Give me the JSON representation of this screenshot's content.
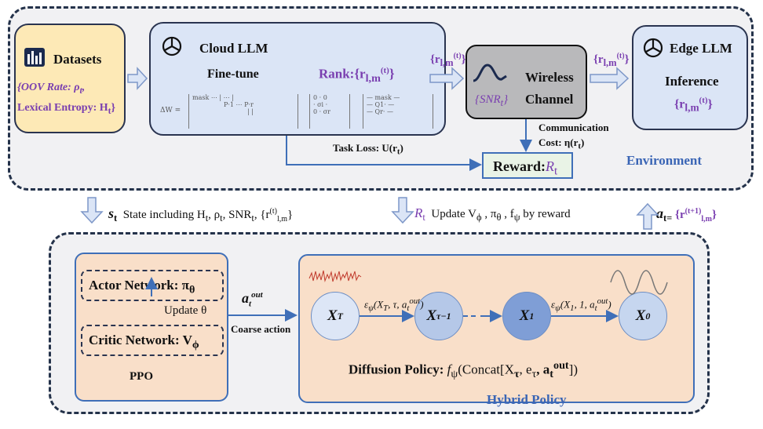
{
  "colors": {
    "accent_purple": "#7a3fb0",
    "accent_blue": "#3a65b5",
    "frame": "#24324a"
  },
  "environment": {
    "label": "Environment",
    "datasets": {
      "title": "Datasets",
      "line1": "{OOV Rate: ρ",
      "line1_sub": "t",
      "line1_end": ",",
      "line2": "Lexical Entropy: H",
      "line2_sub": "t",
      "line2_end": "}",
      "icon": "bar-chart-icon"
    },
    "cloud_llm": {
      "title": "Cloud LLM",
      "finetune": "Fine-tune",
      "rank": "Rank:{r",
      "rank_sub": "l,m",
      "rank_sup": "(t)",
      "rank_end": "}",
      "icon": "openai-icon",
      "matrix": {
        "lhs": "ΔW =",
        "m1_r1": "mask ⋯ | ⋯ |",
        "m1_r2": "P·1 ⋯ P·r",
        "m1_r3": "| | ",
        "m2_r1": "0 · 0",
        "m2_r2": "· σi ·",
        "m2_r3": "0 · σr",
        "m3_r1": "— mask —",
        "m3_r2": "— Q1· —",
        "m3_r3": "— Qr· —"
      }
    },
    "wireless": {
      "line1": "Wireless",
      "line2": "Channel",
      "snr": "{SNR",
      "snr_sub": "t",
      "snr_end": "}",
      "icon": "wave-icon"
    },
    "edge_llm": {
      "title": "Edge LLM",
      "inference": "Inference",
      "rank": "{r",
      "rank_sub": "l,m",
      "rank_sup": "(t)",
      "rank_end": "}",
      "icon": "openai-icon"
    },
    "arrow_left_label": {
      "text": "{r",
      "sub": "l,m",
      "sup": "(t)",
      "end": "}"
    },
    "arrow_right_label": {
      "text": "{r",
      "sub": "l,m",
      "sup": "(t)",
      "end": "}"
    },
    "reward": {
      "label": "Reward:",
      "var": "R",
      "sub": "t"
    },
    "task_loss": "Task Loss: U(r",
    "task_loss_sub": "t",
    "task_loss_end": ")",
    "comm_cost_1": "Communication",
    "comm_cost_2": "Cost: η(r",
    "comm_cost_sub": "t",
    "comm_cost_end": ")"
  },
  "middle": {
    "state_var": "s",
    "state_sub": "t",
    "state_text": "State including H",
    "state_text_rest": ", ρ",
    "state_text_rest2": ", SNR",
    "state_text_rest3": ", {r",
    "state_sup": "(t)",
    "state_sub2": "l,m",
    "state_end": "}",
    "reward_var": "R",
    "reward_sub": "t",
    "update_text": "Update V",
    "update_sub1": "ϕ",
    "update_mid": " , π",
    "update_sub2": "θ",
    "update_mid2": " , f",
    "update_sub3": "ψ",
    "update_end": " by reward",
    "action_var": "a",
    "action_sub": "t=",
    "action_text": " {r",
    "action_sup": "(t+1)",
    "action_sub2": "l,m",
    "action_end": "}"
  },
  "hybrid": {
    "label": "Hybrid Policy",
    "ppo": {
      "label": "PPO",
      "actor": "Actor Network: π",
      "actor_sub": "θ",
      "critic": "Critic Network: V",
      "critic_sub": "ϕ",
      "update": "Update θ"
    },
    "coarse": {
      "var": "a",
      "sub": "t",
      "sup": "out",
      "label": "Coarse action"
    },
    "diffusion": {
      "nodes": [
        {
          "label": "X",
          "sub": "T"
        },
        {
          "label": "X",
          "sub": "τ−1"
        },
        {
          "label": "X",
          "sub": "1"
        },
        {
          "label": "X",
          "sub": "0"
        }
      ],
      "eps1": "ε",
      "eps1_sub": "ψ",
      "eps1_args": "(X",
      "eps1_args_sub": "T",
      "eps1_args_end": ", τ, a",
      "eps1_sub2": "t",
      "eps1_sup2": "out",
      "eps1_close": ")",
      "eps2": "ε",
      "eps2_sub": "ψ",
      "eps2_args": "(X",
      "eps2_args_sub": "1",
      "eps2_args_end": ", 1, a",
      "eps2_sub2": "t",
      "eps2_sup2": "out",
      "eps2_close": ")",
      "policy": "Diffusion Policy:",
      "policy_f": " f",
      "policy_f_sub": "ψ",
      "policy_rest": "(Concat[X",
      "policy_rest_sub": "τ",
      "policy_rest2": ", e",
      "policy_rest2_sub": "τ",
      "policy_rest3": ", a",
      "policy_rest3_sub": "t",
      "policy_rest3_sup": "out",
      "policy_end": "])"
    }
  }
}
